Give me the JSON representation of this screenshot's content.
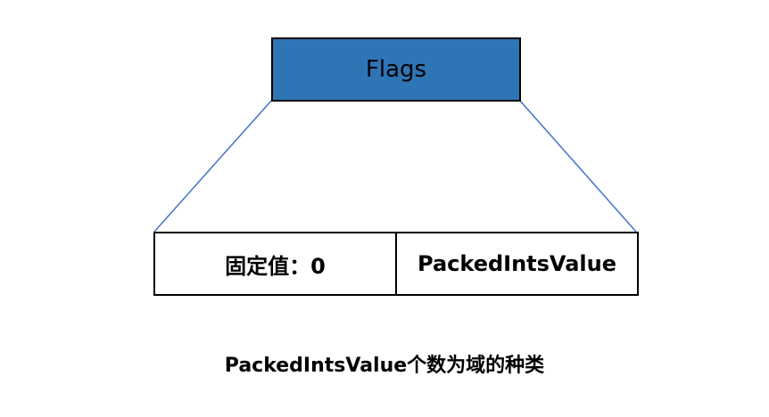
{
  "diagram": {
    "header_label": "Flags",
    "fields": [
      {
        "label": "固定值：0"
      },
      {
        "label": "PackedIntsValue"
      }
    ],
    "caption": "PackedIntsValue个数为域的种类"
  },
  "colors": {
    "header_fill": "#2e75b6",
    "connector_line": "#4472c4",
    "border": "#000000"
  }
}
